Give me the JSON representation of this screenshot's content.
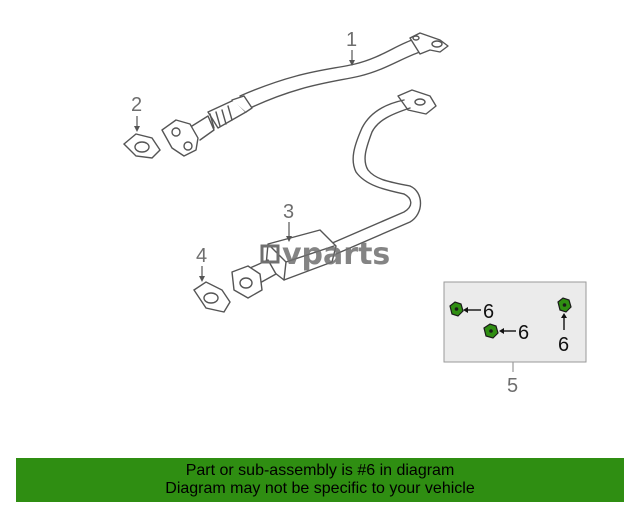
{
  "diagram": {
    "callouts": [
      "1",
      "2",
      "3",
      "4",
      "5"
    ],
    "hardware_callouts": [
      "6",
      "6",
      "6"
    ],
    "watermark": "vparts",
    "colors": {
      "line": "#555555",
      "callout_text": "#6e6e6e",
      "inset_bg": "#ebebeb",
      "highlight": "#2f8e12"
    }
  },
  "banner": {
    "line1": "Part or sub-assembly is #6 in diagram",
    "line2": "Diagram may not be specific to your vehicle",
    "color": "#2f8e12"
  }
}
